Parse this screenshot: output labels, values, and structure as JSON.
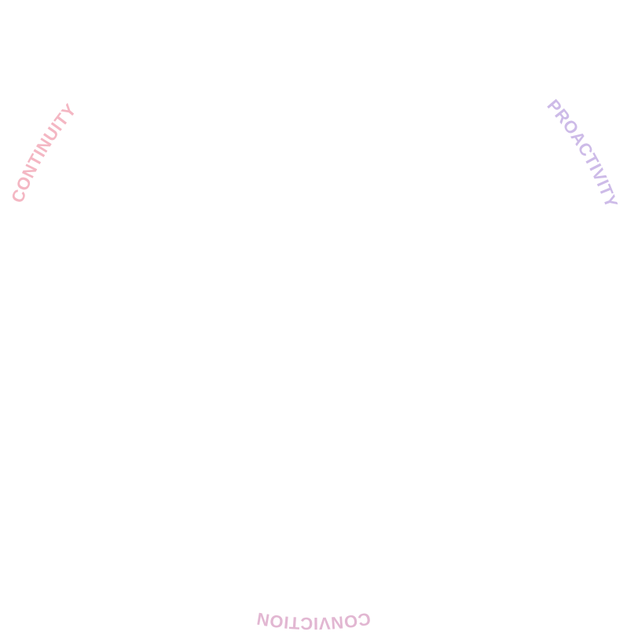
{
  "labels": [
    {
      "key": "continuity",
      "text": "CONTINUITY",
      "color": "#f4b7c3"
    },
    {
      "key": "proactivity",
      "text": "PROACTIVITY",
      "color": "#cdbbe8"
    },
    {
      "key": "conviction",
      "text": "CONVICTION",
      "color": "#e2b7d2"
    }
  ]
}
